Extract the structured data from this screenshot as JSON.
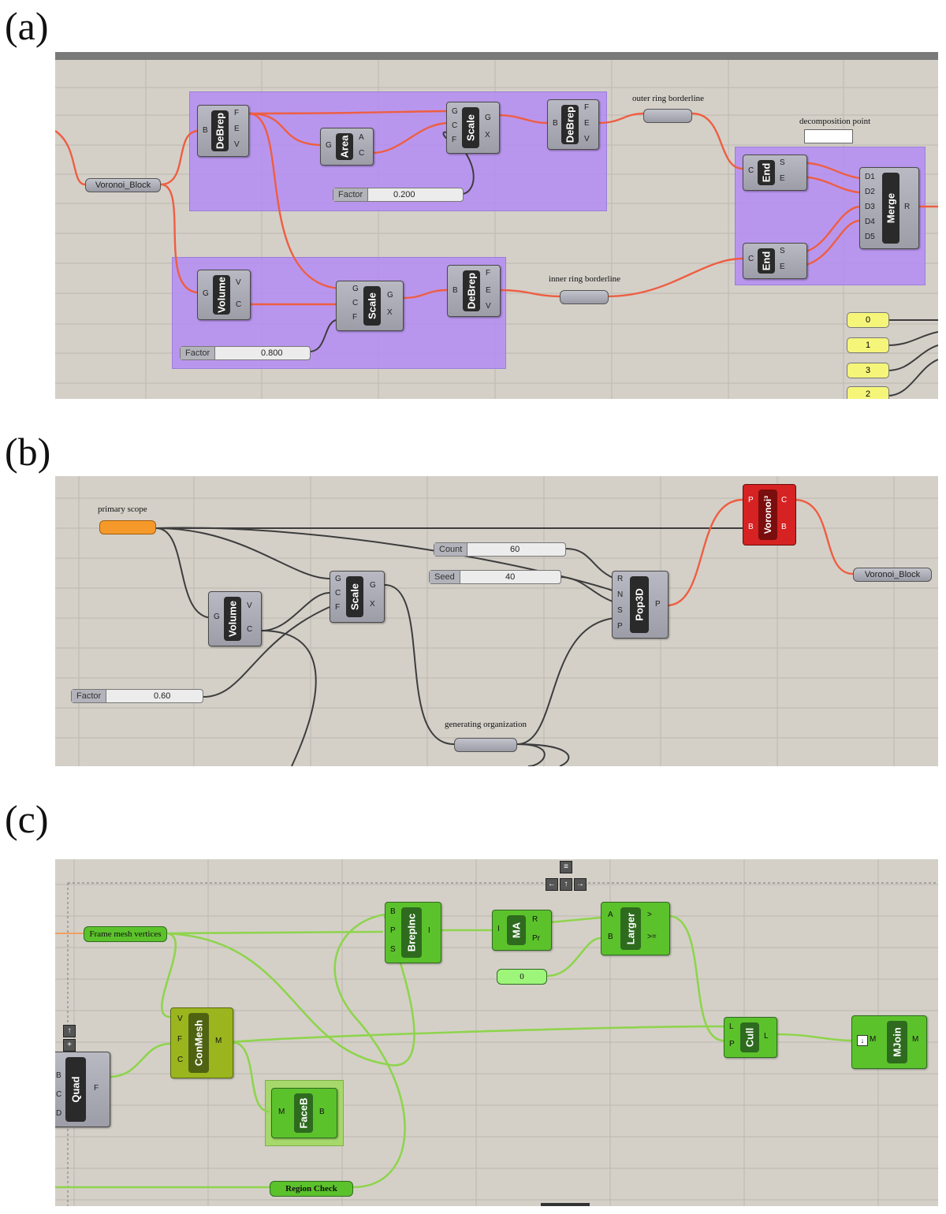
{
  "panels": [
    {
      "label": "(a)",
      "notes": {
        "outer": "outer ring borderline",
        "inner": "inner ring borderline",
        "decomp": "decomposition point"
      },
      "params": {
        "voronoi_block": "Voronoi_Block"
      },
      "sliders": [
        {
          "label": "Factor",
          "value": "0.200"
        },
        {
          "label": "Factor",
          "value": "0.800"
        }
      ],
      "components": {
        "debrep1": {
          "name": "DeBrep",
          "inputs": [
            "B"
          ],
          "outputs": [
            "F",
            "E",
            "V"
          ]
        },
        "area": {
          "name": "Area",
          "inputs": [
            "G"
          ],
          "outputs": [
            "A",
            "C"
          ]
        },
        "scale1": {
          "name": "Scale",
          "inputs": [
            "G",
            "C",
            "F"
          ],
          "outputs": [
            "G",
            "X"
          ]
        },
        "debrep2": {
          "name": "DeBrep",
          "inputs": [
            "B"
          ],
          "outputs": [
            "F",
            "E",
            "V"
          ]
        },
        "volume": {
          "name": "Volume",
          "inputs": [
            "G"
          ],
          "outputs": [
            "V",
            "C"
          ]
        },
        "scale2": {
          "name": "Scale",
          "inputs": [
            "G",
            "C",
            "F"
          ],
          "outputs": [
            "G",
            "X"
          ]
        },
        "debrep3": {
          "name": "DeBrep",
          "inputs": [
            "B"
          ],
          "outputs": [
            "F",
            "E",
            "V"
          ]
        },
        "end1": {
          "name": "End",
          "inputs": [
            "C"
          ],
          "outputs": [
            "S",
            "E"
          ]
        },
        "end2": {
          "name": "End",
          "inputs": [
            "C"
          ],
          "outputs": [
            "S",
            "E"
          ]
        },
        "merge": {
          "name": "Merge",
          "inputs": [
            "D1",
            "D2",
            "D3",
            "D4",
            "D5"
          ],
          "outputs": [
            "R"
          ]
        }
      },
      "yellow_values": [
        "0",
        "1",
        "3",
        "2"
      ]
    },
    {
      "label": "(b)",
      "notes": {
        "primary": "primary scope",
        "generating": "generating organization"
      },
      "params": {
        "voronoi_block": "Voronoi_Block"
      },
      "sliders": [
        {
          "label": "Count",
          "value": "60"
        },
        {
          "label": "Seed",
          "value": "40"
        },
        {
          "label": "Factor",
          "value": "0.60"
        }
      ],
      "components": {
        "volume": {
          "name": "Volume",
          "inputs": [
            "G"
          ],
          "outputs": [
            "V",
            "C"
          ]
        },
        "scale": {
          "name": "Scale",
          "inputs": [
            "G",
            "C",
            "F"
          ],
          "outputs": [
            "G",
            "X"
          ]
        },
        "pop3d": {
          "name": "Pop3D",
          "inputs": [
            "R",
            "N",
            "S",
            "P"
          ],
          "outputs": [
            "P"
          ]
        },
        "voronoi3": {
          "name": "Voronoi³",
          "inputs": [
            "P",
            "B"
          ],
          "outputs": [
            "C",
            "B"
          ]
        }
      }
    },
    {
      "label": "(c)",
      "params": {
        "frame": "Frame mesh vertices",
        "region": "Region Check",
        "zero": "0"
      },
      "components": {
        "brepinc": {
          "name": "BrepInc",
          "inputs": [
            "B",
            "P",
            "S"
          ],
          "outputs": [
            "I"
          ]
        },
        "ma": {
          "name": "MA",
          "inputs": [
            "I"
          ],
          "outputs": [
            "R",
            "Pr"
          ]
        },
        "larger": {
          "name": "Larger",
          "inputs": [
            "A",
            "B"
          ],
          "outputs": [
            ">",
            ">="
          ]
        },
        "conmesh": {
          "name": "ConMesh",
          "inputs": [
            "V",
            "F",
            "C"
          ],
          "outputs": [
            "M"
          ]
        },
        "quad": {
          "name": "Quad",
          "inputs": [
            "B",
            "C",
            "D"
          ],
          "outputs": [
            "F"
          ]
        },
        "faceb": {
          "name": "FaceB",
          "inputs": [
            "M"
          ],
          "outputs": [
            "B"
          ]
        },
        "cull": {
          "name": "Cull",
          "inputs": [
            "L",
            "P"
          ],
          "outputs": [
            "L"
          ]
        },
        "mjoin": {
          "name": "MJoin",
          "inputs": [
            "M"
          ],
          "outputs": [
            "M"
          ]
        }
      }
    }
  ],
  "colors": {
    "canvas": "#d4d0c8",
    "group_purple": "#b48cf5",
    "wire_red": "#ee5e42",
    "wire_green": "#8fd44d",
    "wire_dark": "#3d3d3d",
    "voronoi_red": "#d62222"
  }
}
